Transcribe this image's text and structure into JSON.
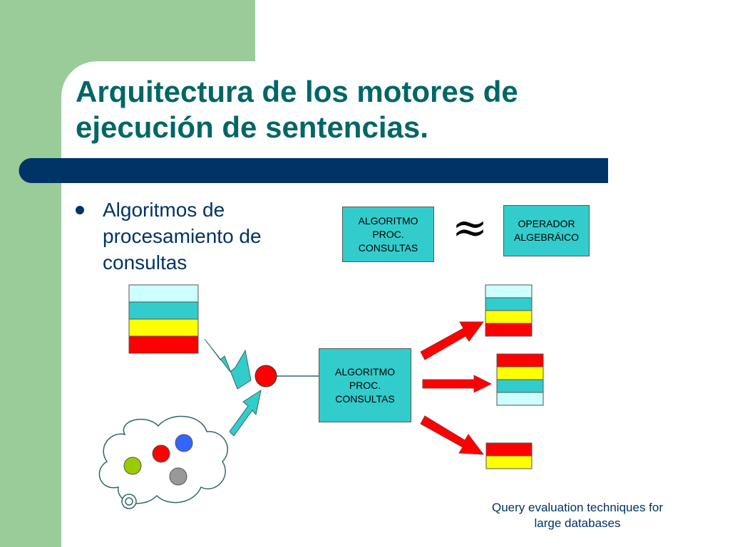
{
  "slide": {
    "title_lines": [
      "Arquitectura de los motores de",
      "ejecución de sentencias."
    ],
    "bullet_lines": [
      "Algoritmos de",
      "procesamiento de",
      "consultas"
    ],
    "caption_lines": [
      "Query evaluation techniques for",
      "large databases"
    ],
    "approx_symbol": "≈"
  },
  "boxes": {
    "algorithm_top": [
      "ALGORITMO",
      "PROC.",
      "CONSULTAS"
    ],
    "operator": [
      "OPERADOR",
      "ALGEBRÁICO"
    ],
    "algorithm_center": [
      "ALGORITMO",
      "PROC.",
      "CONSULTAS"
    ]
  },
  "colors": {
    "title": "#006666",
    "text": "#003366",
    "left_band": "#99cc99",
    "title_bar": "#003366",
    "box_fill": "#33cccc",
    "row_light_cyan": "#ccffff",
    "row_teal": "#33cccc",
    "row_yellow": "#ffff00",
    "row_red": "#ff0000",
    "arrow_red": "#ff0000",
    "arrow_teal": "#33cccc",
    "ball_blue": "#3366ff",
    "ball_green": "#99cc00",
    "ball_gray": "#999999",
    "ball_red": "#ff0000"
  },
  "tables": {
    "input": [
      "row_light_cyan",
      "row_teal",
      "row_yellow",
      "row_red"
    ],
    "output_top": [
      "row_light_cyan",
      "row_teal",
      "row_yellow",
      "row_red"
    ],
    "output_middle": [
      "row_red",
      "row_yellow",
      "row_teal",
      "row_light_cyan"
    ],
    "output_bottom": [
      "row_red",
      "row_yellow"
    ]
  },
  "icons": {
    "bullet": "bullet-dot-icon",
    "input_arrows": "block-arrow-icon",
    "output_arrows": "block-arrow-icon",
    "cloud": "thought-cloud-icon",
    "operator_node": "circle-node-icon"
  }
}
